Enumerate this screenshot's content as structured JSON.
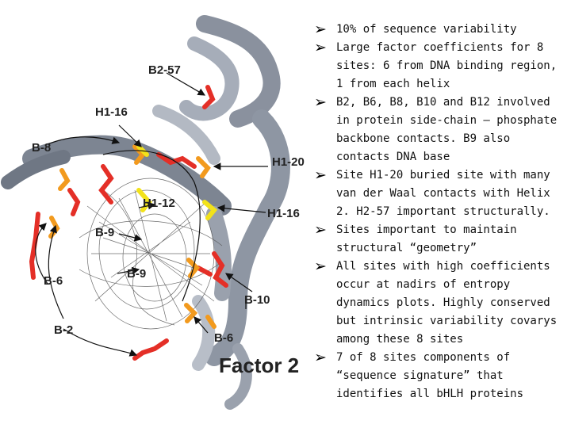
{
  "figure": {
    "labels": {
      "b2_57": "B2-57",
      "h1_16_top": "H1-16",
      "b8": "B-8",
      "h1_20": "H1-20",
      "h1_12": "H1-12",
      "h1_16_right": "H1-16",
      "b9_left": "B-9",
      "b9_center": "B-9",
      "b6_left": "B-6",
      "b10": "B-10",
      "b2": "B-2",
      "b6_bottom": "B-6"
    },
    "title": "Factor 2"
  },
  "bullet_icon": "arrow-bullet-icon",
  "bullets": [
    "10% of sequence variability",
    "Large factor coefficients for 8 sites: 6 from DNA binding region, 1 from each helix",
    "B2, B6, B8, B10 and B12 involved in protein side-chain – phosphate backbone contacts. B9 also contacts DNA base",
    "Site H1-20 buried site with many van der Waal contacts with Helix 2. H2-57 important structurally.",
    "Sites important to maintain structural “geometry”",
    "All sites with high coefficients occur at nadirs of entropy dynamics plots. Highly conserved but intrinsic variability covarys among these 8 sites",
    "7 of 8 sites components of “sequence signature” that identifies all bHLH proteins"
  ]
}
